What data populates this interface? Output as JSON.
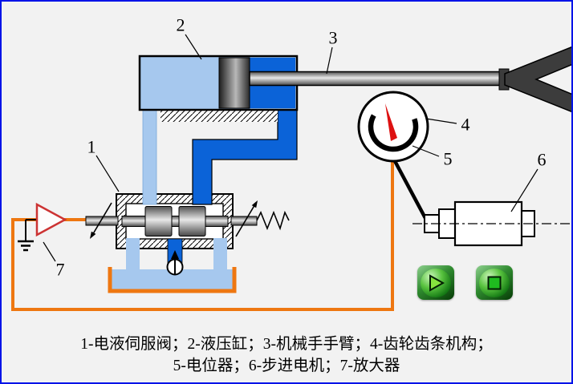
{
  "colors": {
    "frame_border": "#0013e8",
    "background": "#f2f2f2",
    "fluid_light_blue": "#a6c8ee",
    "fluid_dark_blue": "#0b63d8",
    "wire_orange": "#ee7711",
    "needle_red": "#dd1111",
    "amplifier_outline_red": "#cc3333",
    "button_green": "#157a15"
  },
  "callouts": {
    "servo_valve": "1",
    "hydraulic_cylinder": "2",
    "manipulator_arm": "3",
    "gear_rack_mechanism": "4",
    "potentiometer": "5",
    "stepper_motor": "6",
    "amplifier": "7"
  },
  "caption": {
    "line1": "1-电液伺服阀；2-液压缸；3-机械手手臂；4-齿轮齿条机构；",
    "line2": "5-电位器；6-步进电机；7-放大器"
  },
  "controls": {
    "play_button": "play-icon",
    "stop_button": "stop-icon"
  }
}
